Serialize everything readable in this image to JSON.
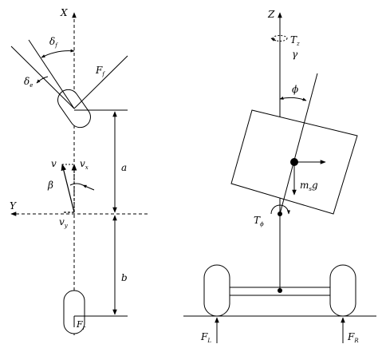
{
  "left_diagram": {
    "axis_x": "X",
    "axis_y": "Y",
    "delta_f": {
      "base": "δ",
      "sub": "f"
    },
    "delta_e": {
      "base": "δ",
      "sub": "e"
    },
    "F_f": {
      "base": "F",
      "sub": "f"
    },
    "v": "v",
    "v_x": {
      "base": "v",
      "sub": "x"
    },
    "beta": "β",
    "v_y": {
      "base": "v",
      "sub": "y"
    },
    "dim_a": "a",
    "dim_b": "b",
    "F_r": {
      "base": "F",
      "sub": "r"
    }
  },
  "right_diagram": {
    "axis_z": "Z",
    "T_z": {
      "base": "T",
      "sub": "z"
    },
    "gamma": "γ",
    "phi": "ϕ",
    "weight": {
      "base": "m",
      "sub": "s",
      "tail": "g"
    },
    "T_phi": {
      "base": "T",
      "sub": "ϕ"
    },
    "F_L": {
      "base": "F",
      "sub": "L"
    },
    "F_R": {
      "base": "F",
      "sub": "R"
    }
  }
}
